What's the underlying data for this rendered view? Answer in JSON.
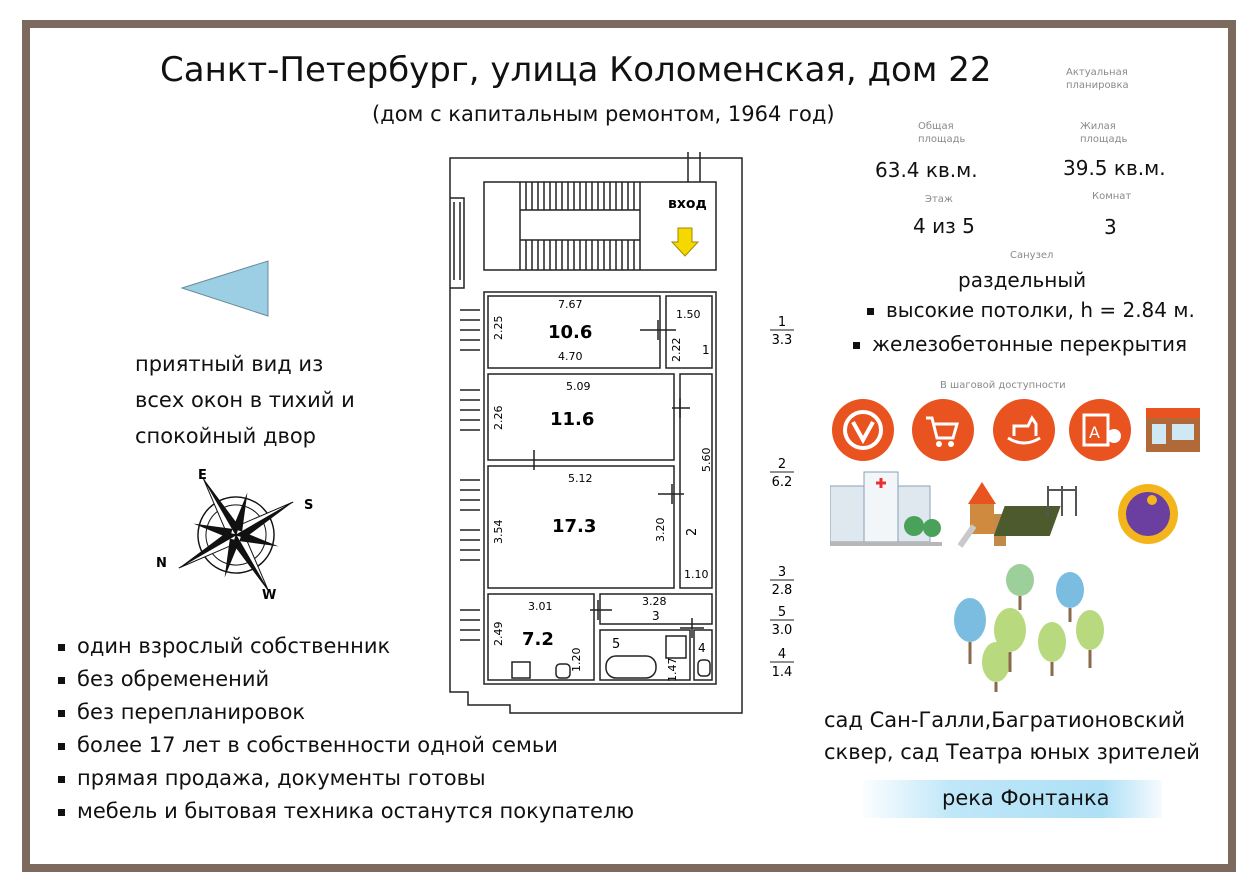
{
  "header": {
    "title": "Санкт-Петербург, улица Коломенская, дом 22",
    "subtitle": "(дом с капитальным ремонтом, 1964 год)"
  },
  "stats": {
    "layout_label": "Актуальная планировка",
    "total_area_label": "Общая площадь",
    "total_area_value": "63.4 кв.м.",
    "living_area_label": "Жилая площадь",
    "living_area_value": "39.5 кв.м.",
    "floor_label": "Этаж",
    "floor_value": "4 из 5",
    "rooms_label": "Комнат",
    "rooms_value": "3",
    "bathroom_label": "Санузел",
    "bathroom_value": "раздельный"
  },
  "features": [
    "высокие потолки, h = 2.84 м.",
    "железобетонные перекрытия"
  ],
  "walking": {
    "label": "В шаговой доступности",
    "icons": [
      "metro-icon",
      "shop-cart-icon",
      "toy-horse-icon",
      "school-icon",
      "cafe-icon",
      "hospital-icon",
      "playground-icon",
      "sport-ground-icon",
      "fitness-icon",
      "park-trees-icon"
    ]
  },
  "view_text": [
    "приятный вид из",
    "всех окон в тихий и",
    "спокойный двор"
  ],
  "bullets": [
    "один взрослый собственник",
    "без обременений",
    "без перепланировок",
    "более 17 лет в собственности одной семьи",
    "прямая продажа, документы готовы",
    "мебель и бытовая техника останутся покупателю"
  ],
  "poi": {
    "line1": "сад Сан-Галли,Багратионовский",
    "line2": "сквер, сад Театра юных зрителей",
    "river": "река Фонтанка"
  },
  "compass": {
    "n": "N",
    "s": "S",
    "e": "E",
    "w": "W"
  },
  "plan": {
    "entrance": "вход",
    "room1": {
      "area": "10.6",
      "top": "7.67",
      "bottom": "4.70",
      "side": "2.25"
    },
    "corridor1": {
      "top": "1.50",
      "side": "2.22",
      "num": "1"
    },
    "room2": {
      "area": "11.6",
      "top": "5.09",
      "side": "2.26"
    },
    "corridor2": {
      "side": "5.60",
      "num": "2"
    },
    "room3": {
      "area": "17.3",
      "top": "5.12",
      "left": "3.54",
      "right": "3.20"
    },
    "hall": {
      "bottom": "1.10"
    },
    "room4": {
      "area": "7.2",
      "top": "3.01",
      "left": "2.49",
      "inner": "1.20"
    },
    "bath": {
      "top": "3.28",
      "num3": "3",
      "num5": "5",
      "side": "1.47",
      "num4": "4"
    },
    "legend": [
      {
        "num": "1",
        "val": "3.3"
      },
      {
        "num": "2",
        "val": "6.2"
      },
      {
        "num": "3",
        "val": "2.8"
      },
      {
        "num": "5",
        "val": "3.0"
      },
      {
        "num": "4",
        "val": "1.4"
      }
    ]
  },
  "colors": {
    "frame": "#7d6a5e",
    "accent": "#e8531f",
    "arrow": "#f5d800",
    "triangle": "#9ccfe4"
  }
}
